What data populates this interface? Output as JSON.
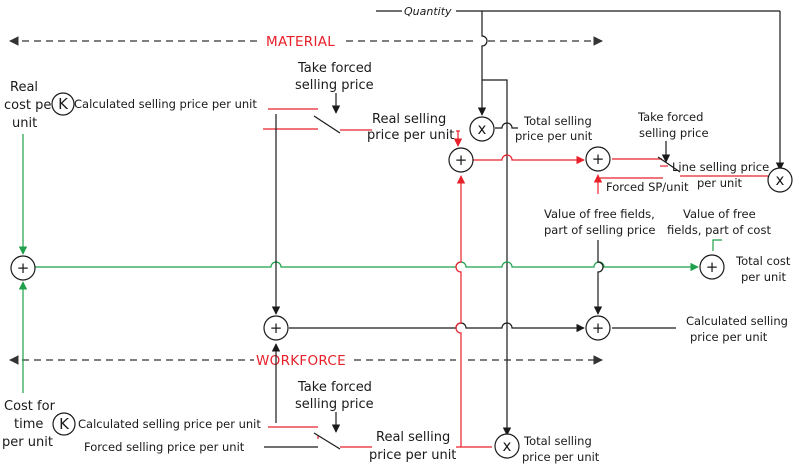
{
  "sections": {
    "material": "MATERIAL",
    "workforce": "WORKFORCE"
  },
  "labels": {
    "quantity": "Quantity",
    "real_cost_per_unit": [
      "Real",
      "cost per",
      "unit"
    ],
    "cost_for_time_per_unit": [
      "Cost for",
      "time",
      "per unit"
    ],
    "calc_sp_material": "Calculated selling price per unit",
    "calc_sp_workforce": "Calculated selling price per unit",
    "forced_sp_per_unit": "Forced selling price per unit",
    "take_forced_1": [
      "Take forced",
      "selling price"
    ],
    "take_forced_2": [
      "Take forced",
      "selling price"
    ],
    "take_forced_3": [
      "Take forced",
      "selling price"
    ],
    "real_sp_material": [
      "Real selling",
      "price per unit"
    ],
    "real_sp_workforce": [
      "Real selling",
      "price per unit"
    ],
    "total_sp_material": [
      "Total selling",
      "price per unit"
    ],
    "total_sp_workforce": [
      "Total selling",
      "price per unit"
    ],
    "line_sp_per_unit": [
      "Line selling price",
      "per unit"
    ],
    "forced_sp_unit": "Forced SP/unit",
    "free_fields_sp": [
      "Value of free fields,",
      "part of selling price"
    ],
    "free_fields_cost": [
      "Value of free",
      "fields, part of cost"
    ],
    "total_cost_per_unit": [
      "Total cost",
      "per unit"
    ],
    "calc_sp_right": [
      "Calculated selling",
      "price per unit"
    ]
  },
  "nodes": {
    "k_symbol": "K",
    "plus_symbol": "+",
    "times_symbol": "x"
  },
  "colors": {
    "price_flow": "#e8202a",
    "cost_flow": "#1fa04a",
    "main_flow": "#1a1a1a",
    "section_label": "#e8202a"
  }
}
